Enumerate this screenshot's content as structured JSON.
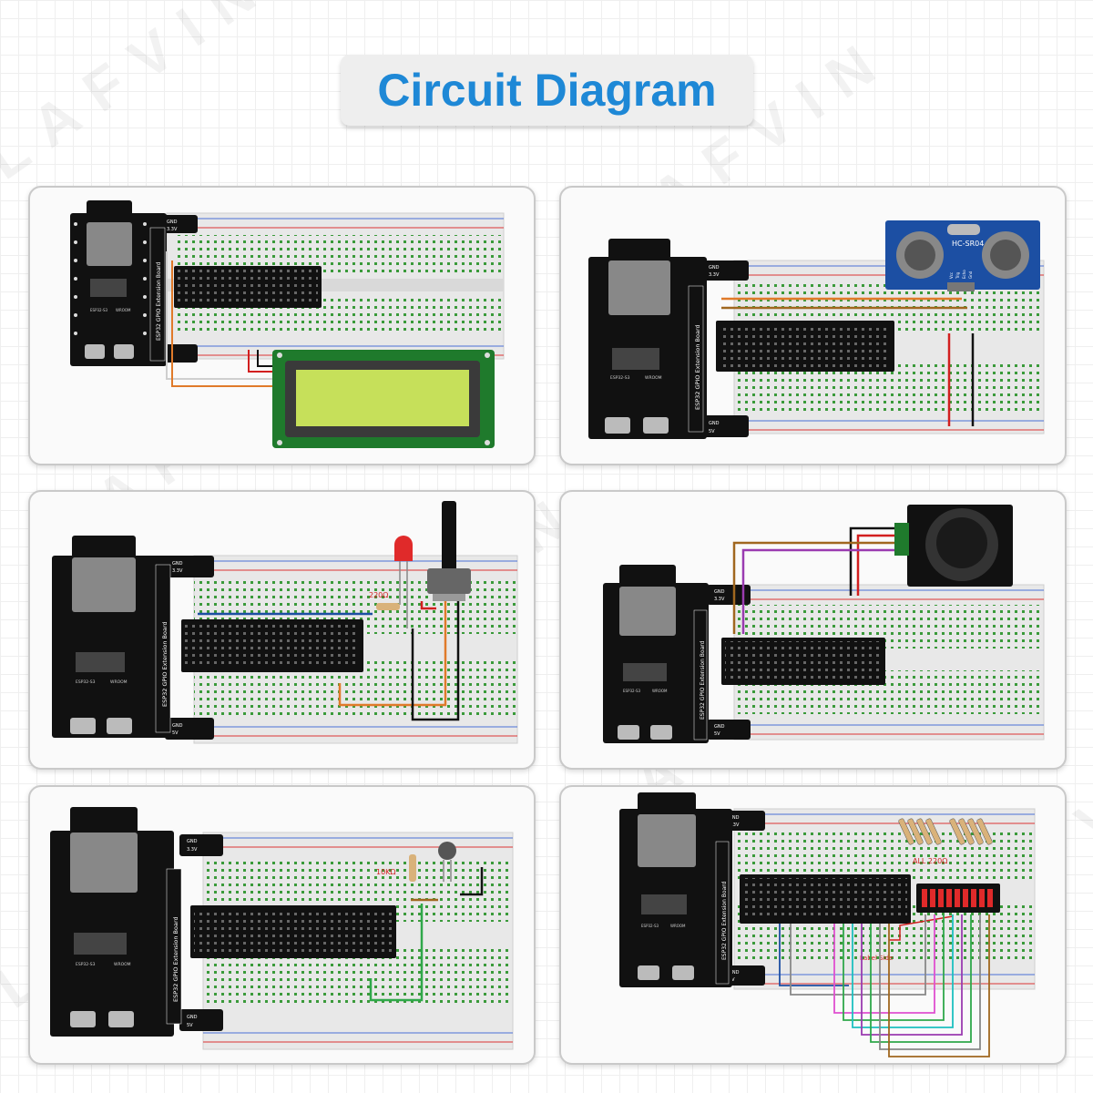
{
  "title": "Circuit Diagram",
  "watermark": "LAFVIN",
  "board": {
    "label": "ESP32 GPIO Extension Board",
    "chip": "ESP32-S3",
    "module": "WROOM",
    "pins": {
      "gnd": "GND",
      "v33": "3.3V",
      "v5": "5V"
    }
  },
  "panels": [
    {
      "id": "lcd"
    },
    {
      "id": "ultrasonic",
      "sensor_label": "HC-SR04",
      "sensor_pins": [
        "Vcc",
        "Trig",
        "Echo",
        "Gnd"
      ]
    },
    {
      "id": "potentiometer",
      "resistor_label": "220Ω"
    },
    {
      "id": "joystick"
    },
    {
      "id": "thermistor",
      "resistor_label": "10KΩ"
    },
    {
      "id": "led-bar",
      "resistor_label": "ALL 220Ω",
      "side_label": "Label Side"
    }
  ],
  "colors": {
    "title": "#1e88d6",
    "lcd_green": "#c6e05a",
    "pcb_green": "#1f7a2c",
    "wire_orange": "#e07a2a",
    "wire_red": "#d21f1f",
    "wire_black": "#111111",
    "wire_brown": "#a0671f",
    "wire_purple": "#9a3bb0",
    "wire_green": "#2fa84a",
    "sensor_blue": "#1c4fa3"
  }
}
